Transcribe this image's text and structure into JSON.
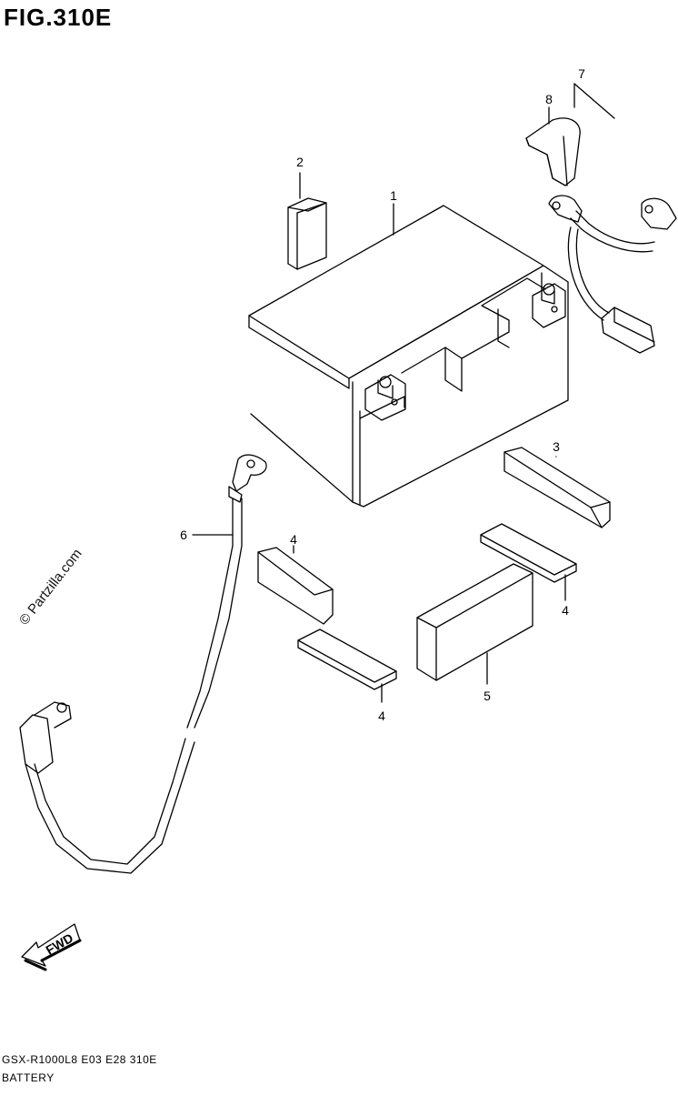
{
  "figure": {
    "title": "FIG.310E",
    "model_code": "GSX-R1000L8  E03  E28  310E",
    "section_name": "BATTERY",
    "watermark": "© Partzilla.com",
    "fwd_label": "FWD"
  },
  "callouts": [
    "1",
    "2",
    "3",
    "4",
    "4",
    "4",
    "5",
    "6",
    "7",
    "8"
  ]
}
